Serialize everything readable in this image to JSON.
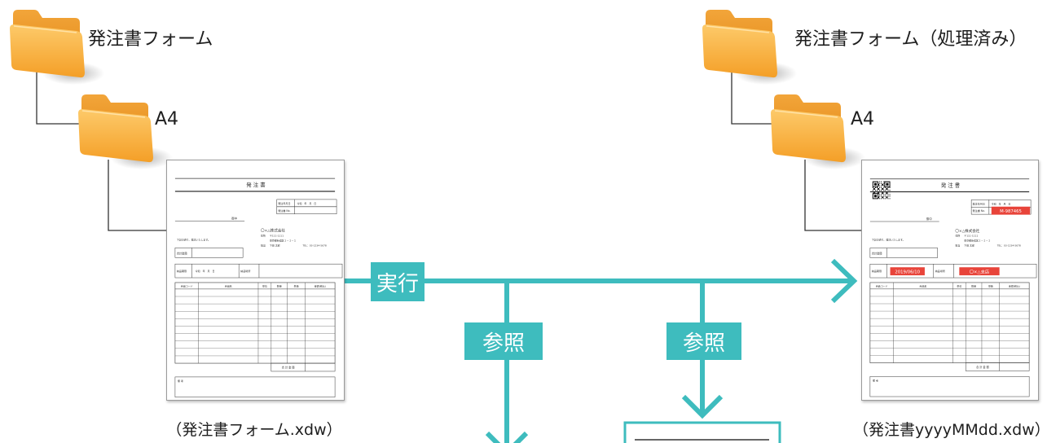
{
  "source": {
    "folder_root_label": "発注書フォーム",
    "folder_sub_label": "A4",
    "file_caption": "（発注書フォーム.xdw）"
  },
  "output": {
    "folder_root_label": "発注書フォーム（処理済み）",
    "folder_sub_label": "A4",
    "file_caption": "（発注書yyyyMMdd.xdw）"
  },
  "flow": {
    "execute_label": "実行",
    "reference_labels": [
      "参照",
      "参照"
    ]
  },
  "form": {
    "title": "発 注 書",
    "order_date_label": "発注年月日",
    "order_date_value": "令和　年　月　日",
    "order_no_label": "発注書 No.",
    "addressee_suffix": "御中",
    "company": "〇×△株式会社",
    "address_label": "住所",
    "postal_code": "〒111-1111",
    "address": "東京都新宿区１－１－１",
    "contact_label": "担当",
    "contact_name": "下田 太郎",
    "tel": "TEL：03-1234-5678",
    "intro": "下記の通り、発注いたします。",
    "total_label": "合計金額",
    "delivery_deadline_label": "納品期限",
    "delivery_deadline_value": "令和　年　月　日",
    "delivery_place_label": "納品場所",
    "table_headers": [
      "商品コード",
      "商品名",
      "単位",
      "数量",
      "単価",
      "金額(税込)"
    ],
    "grand_total_label": "合 計 金 額",
    "notes_label": "備 考"
  },
  "filled_values": {
    "order_no": "M-987465",
    "delivery_deadline": "2019/06/10",
    "delivery_place": "〇×△支店"
  },
  "icons": [
    "folder-icon",
    "qr-code"
  ],
  "colors": {
    "flow_teal": "#3ebcbe",
    "highlight_red": "#e8443a",
    "folder_orange": "#f5a22a",
    "connector": "#333333"
  }
}
